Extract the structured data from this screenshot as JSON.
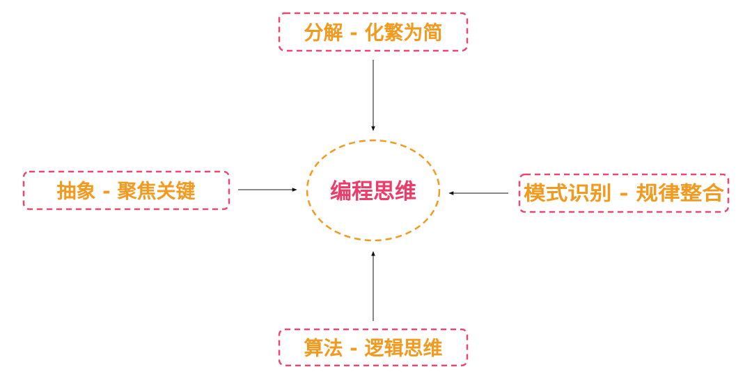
{
  "colors": {
    "node_text": "#f39a1e",
    "node_border": "#e8476e",
    "center_text": "#ec3d6a",
    "center_border": "#f39a1e",
    "arrow": "#111111"
  },
  "center": {
    "label": "编程思维"
  },
  "nodes": {
    "top": {
      "label": "分解 - 化繁为简"
    },
    "left": {
      "label": "抽象 - 聚焦关键"
    },
    "right": {
      "label": "模式识别 - 规律整合"
    },
    "bottom": {
      "label": "算法 - 逻辑思维"
    }
  }
}
